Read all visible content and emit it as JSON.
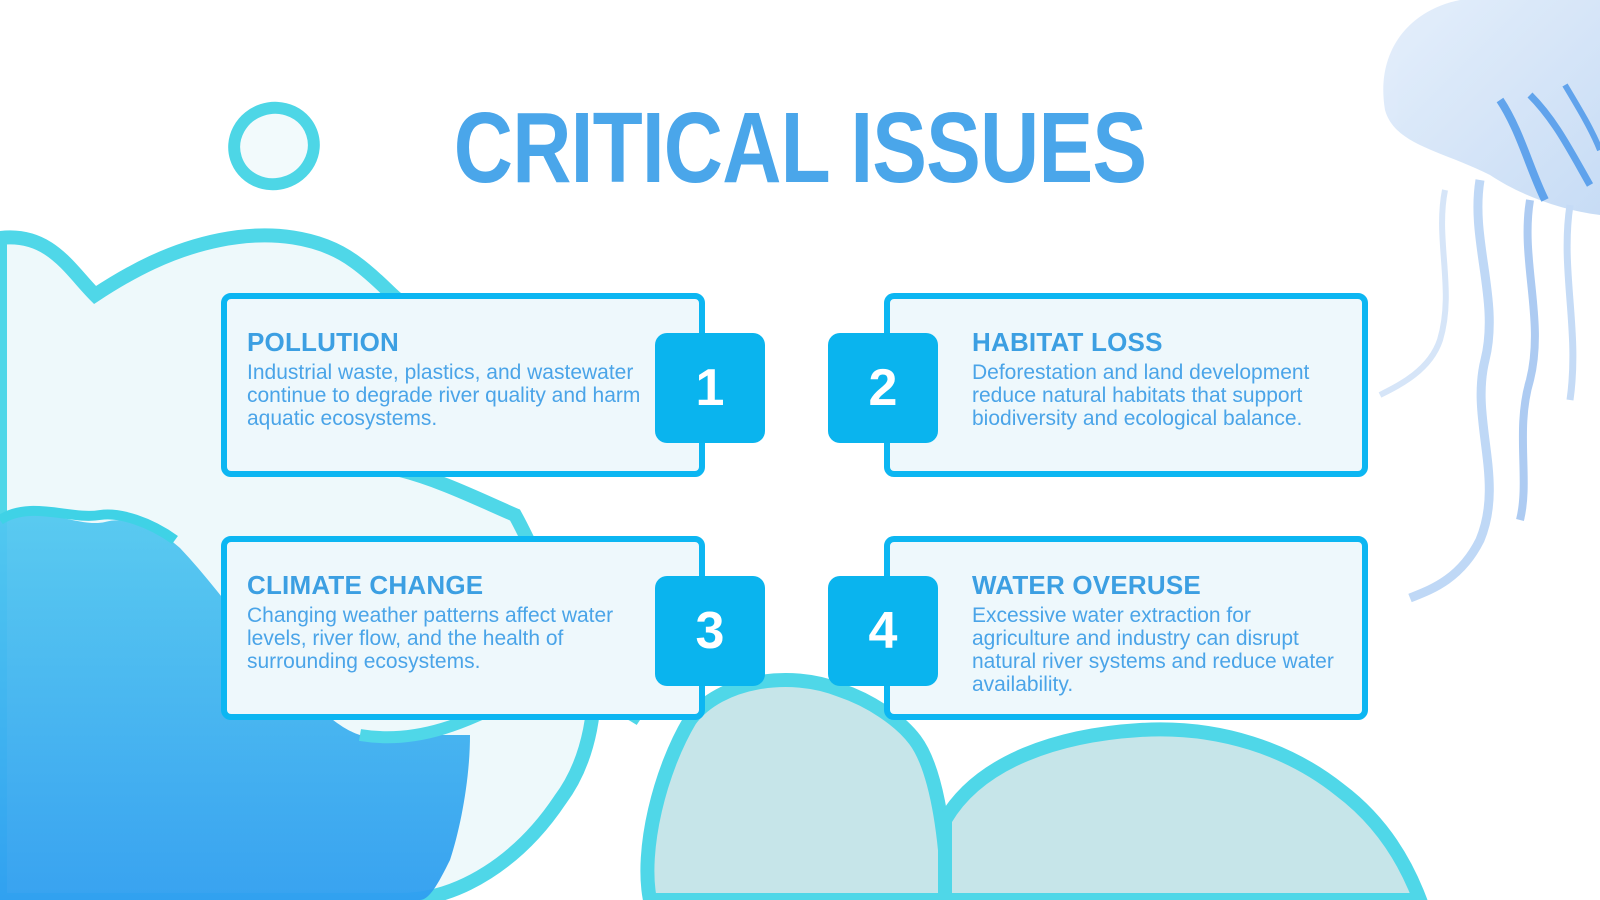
{
  "slide": {
    "title": "CRITICAL ISSUES",
    "accent_color": "#0cb6f2",
    "title_color": "#4aa6ea"
  },
  "issues": [
    {
      "number": "1",
      "title": "POLLUTION",
      "description": "Industrial waste, plastics, and wastewater continue to degrade river quality and harm aquatic ecosystems."
    },
    {
      "number": "2",
      "title": "HABITAT LOSS",
      "description": "Deforestation and land development reduce natural habitats that support biodiversity and ecological balance."
    },
    {
      "number": "3",
      "title": "CLIMATE CHANGE",
      "description": "Changing weather patterns affect water levels, river flow, and the health of surrounding ecosystems."
    },
    {
      "number": "4",
      "title": "WATER OVERUSE",
      "description": "Excessive water extraction for agriculture and industry can disrupt natural river systems and reduce water availability."
    }
  ],
  "decorations": [
    "watercolor-blobs",
    "jellyfish-illustration",
    "ring-shape"
  ]
}
